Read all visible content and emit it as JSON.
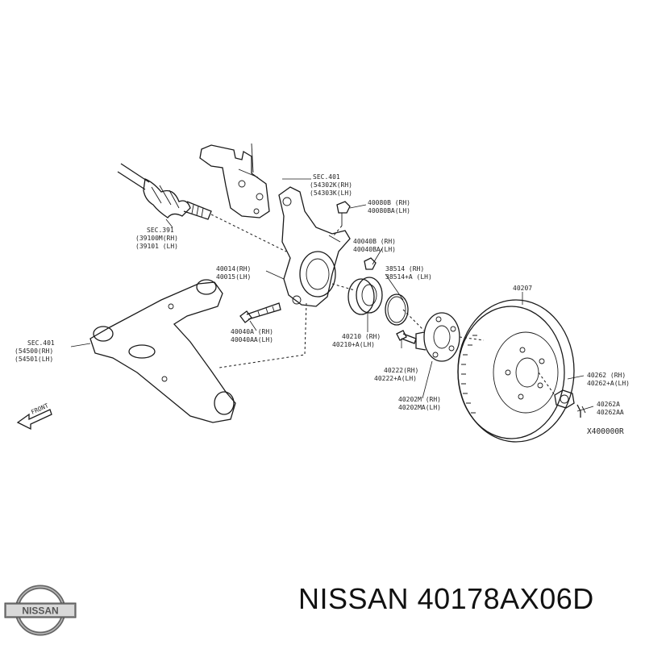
{
  "caption": {
    "brand": "NISSAN",
    "part_number": "40178AX06D"
  },
  "logo": {
    "text": "NISSAN"
  },
  "diagram": {
    "reference_code": "X400000R",
    "front_arrow_label": "FRONT",
    "labels": {
      "sec401_top": [
        "SEC.401",
        "(54302K(RH)",
        "(54303K(LH)"
      ],
      "sec391": [
        "SEC.391",
        "(39100M(RH)",
        "(39101  (LH)"
      ],
      "p40080": [
        "40080B (RH)",
        "40080BA(LH)"
      ],
      "p40040": [
        "40040B (RH)",
        "40040BA(LH)"
      ],
      "p40014": [
        "40014(RH)",
        "40015(LH)"
      ],
      "p38514": [
        "38514    (RH)",
        "38514+A (LH)"
      ],
      "p40207": [
        "40207"
      ],
      "sec401_left": [
        "SEC.401",
        "(54500(RH)",
        "(54501(LH)"
      ],
      "p40040A": [
        "40040A (RH)",
        "40040AA(LH)"
      ],
      "p40210": [
        "40210    (RH)",
        "40210+A(LH)"
      ],
      "p40222": [
        "40222(RH)",
        "40222+A(LH)"
      ],
      "p40262": [
        "40262   (RH)",
        "40262+A(LH)"
      ],
      "p40202": [
        "40202M  (RH)",
        "40202MA(LH)"
      ],
      "p40262A": [
        "40262A",
        "40262AA"
      ]
    }
  }
}
